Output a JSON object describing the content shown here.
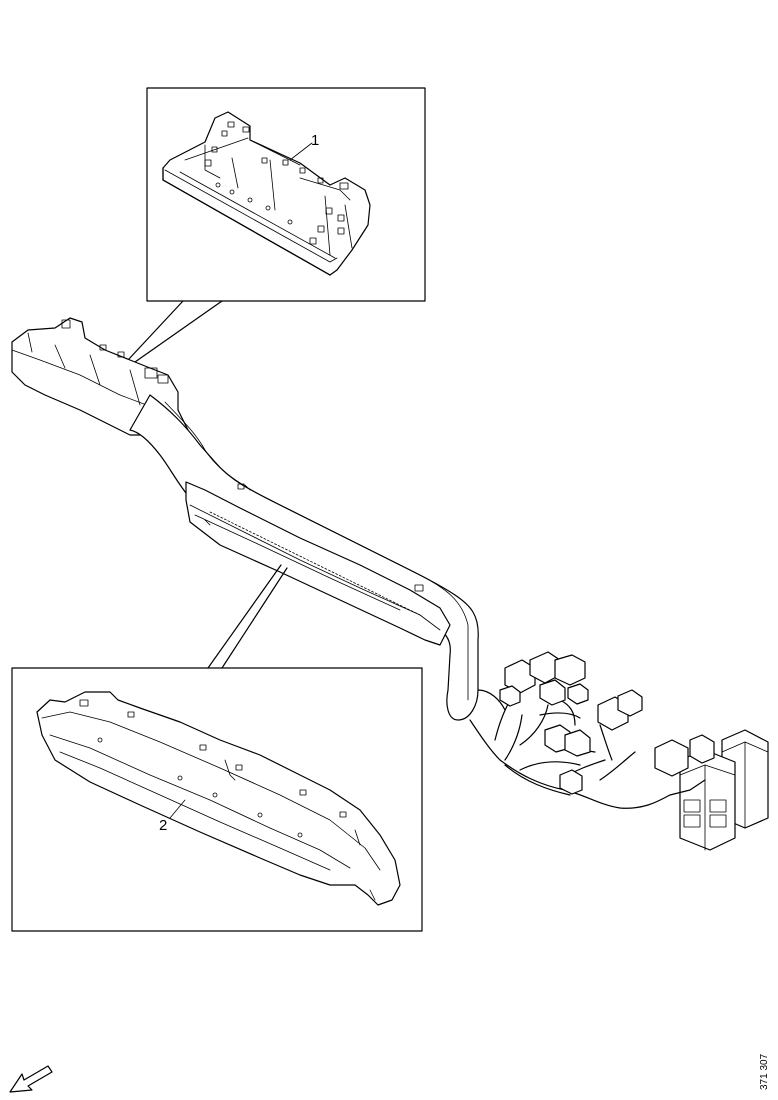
{
  "diagram": {
    "callouts": [
      {
        "id": "1",
        "label": "1"
      },
      {
        "id": "2",
        "label": "2"
      }
    ],
    "figure_number": "371 307",
    "direction_arrow_icon": "arrow-down-left-icon"
  }
}
